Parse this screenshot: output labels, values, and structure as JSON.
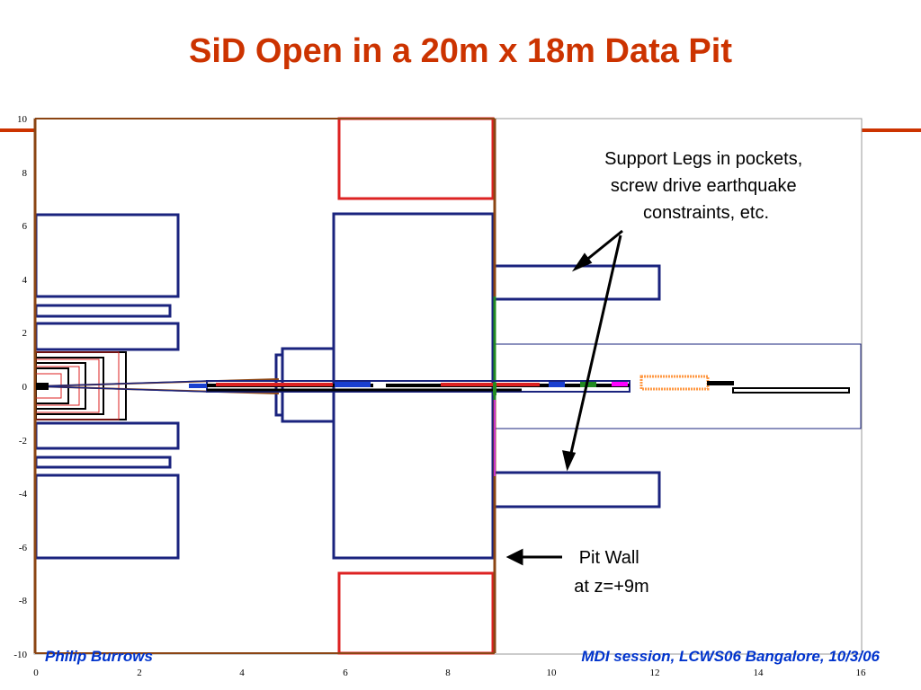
{
  "slide": {
    "title": "SiD Open in a 20m x 18m Data Pit",
    "footer_left": "Philip Burrows",
    "footer_right": "MDI session, LCWS06 Bangalore, 10/3/06"
  },
  "annotations": {
    "support_legs": [
      "Support Legs in pockets,",
      "screw drive earthquake",
      "constraints, etc."
    ],
    "pit_wall": [
      "Pit Wall",
      "at z=+9m"
    ]
  },
  "axes": {
    "x_ticks": [
      "0",
      "2",
      "4",
      "6",
      "8",
      "10",
      "12",
      "14",
      "16"
    ],
    "y_ticks": [
      "10",
      "8",
      "6",
      "4",
      "2",
      "0",
      "-2",
      "-4",
      "-6",
      "-8",
      "-10"
    ],
    "xlim": [
      0,
      16
    ],
    "ylim": [
      -10,
      10
    ]
  },
  "colors": {
    "title": "#cc3300",
    "footer": "#0033cc",
    "detector_outline": "#1a237e",
    "door_red": "#dd2222",
    "pit_wall": "#8b4513",
    "accent_bar": "#cc3300"
  }
}
